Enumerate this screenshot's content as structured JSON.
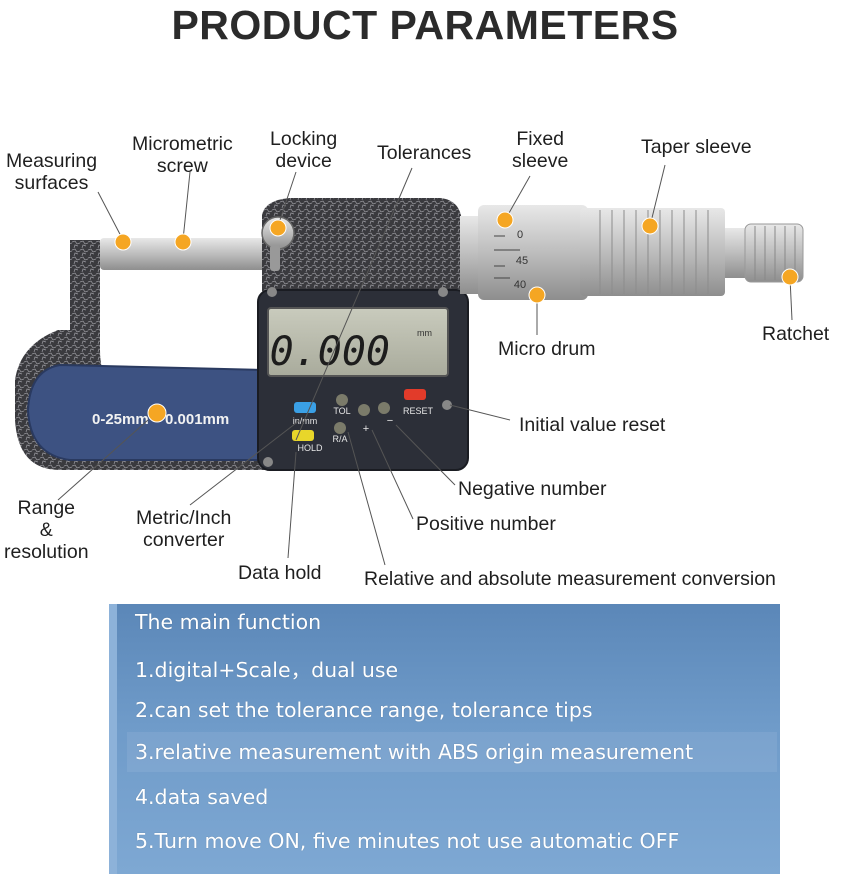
{
  "title": "PRODUCT PARAMETERS",
  "labels": {
    "measuring_surfaces": [
      "Measuring",
      "surfaces"
    ],
    "micrometric_screw": [
      "Micrometric",
      "screw"
    ],
    "locking_device": [
      "Locking",
      "device"
    ],
    "tolerances": "Tolerances",
    "fixed_sleeve": [
      "Fixed",
      "sleeve"
    ],
    "taper_sleeve": "Taper sleeve",
    "ratchet": "Ratchet",
    "micro_drum": "Micro drum",
    "initial_value_reset": "Initial value reset",
    "negative_number": "Negative number",
    "positive_number": "Positive number",
    "range_resolution": [
      "Range",
      "&",
      "resolution"
    ],
    "metric_inch_converter": [
      "Metric/Inch",
      "converter"
    ],
    "data_hold": "Data hold",
    "relative_absolute": "Relative and absolute measurement conversion"
  },
  "device": {
    "display_value": "0.000",
    "display_unit": "mm",
    "range_text": "0-25mm",
    "resolution_text": "0.001mm",
    "buttons": {
      "in_mm": "in/mm",
      "tol": "TOL",
      "reset": "RESET",
      "hold": "HOLD",
      "ra": "R/A",
      "plus": "+",
      "minus": "−"
    },
    "scale_numbers": [
      "0",
      "45",
      "40"
    ]
  },
  "functions": {
    "heading": "The main function",
    "items": [
      "1.digital+Scale，dual use",
      "2.can set the tolerance range, tolerance tips",
      "3.relative measurement with ABS origin measurement",
      "4.data saved",
      "5.Turn move ON, five minutes not use automatic OFF"
    ]
  },
  "colors": {
    "marker": "#f5a623",
    "panel": "#6a96c6",
    "frame_blue": "#3b4f7d",
    "body_dark": "#2f2f33"
  }
}
